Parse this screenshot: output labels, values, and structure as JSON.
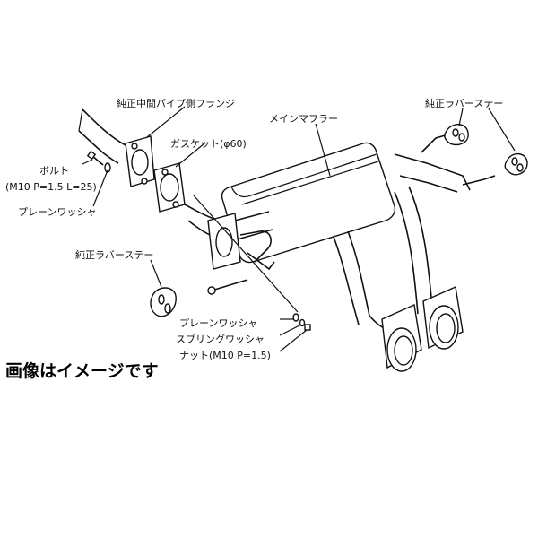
{
  "labels": {
    "flange": "純正中間パイプ側フランジ",
    "gasket": "ガスケット(φ60)",
    "main_muffler": "メインマフラー",
    "rubber_stay_right": "純正ラバーステー",
    "bolt": "ボルト",
    "bolt_spec": "(M10 P=1.5 L=25)",
    "plain_washer_left": "プレーンワッシャ",
    "rubber_stay_left": "純正ラバーステー",
    "plain_washer_bottom": "プレーンワッシャ",
    "spring_washer": "スプリングワッシャ",
    "nut": "ナット(M10 P=1.5)"
  },
  "notice": "画像はイメージです"
}
